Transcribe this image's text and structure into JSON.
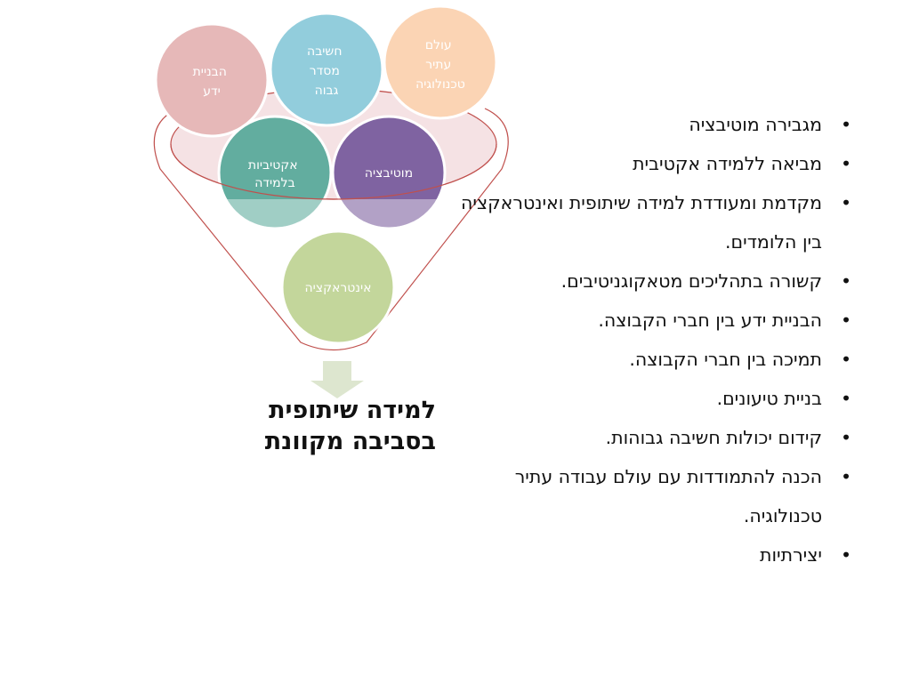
{
  "diagram": {
    "circles": {
      "knowledge_building": {
        "lines": [
          "הבניית",
          "ידע"
        ],
        "color": "#e6b8b8"
      },
      "higher_order_thinking": {
        "lines": [
          "חשיבה",
          "מסדר",
          "גבוה"
        ],
        "color": "#92cddc"
      },
      "future_tech_world": {
        "lines": [
          "עולם",
          "עתיר",
          "טכנולוגיה"
        ],
        "color": "#fbd4b4"
      },
      "active_learning": {
        "lines": [
          "אקטיביות",
          "בלמידה"
        ],
        "color": "#62ad9f"
      },
      "motivation": {
        "lines": [
          "מוטיבציה"
        ],
        "color": "#7f63a1"
      },
      "interaction": {
        "lines": [
          "אינטראקציה"
        ],
        "color": "#c3d69b"
      }
    },
    "funnel_outline_color": "#c0504d",
    "ellipse_fill_color": "#f5e2e4",
    "arrow_color": "#dde6cf"
  },
  "caption": {
    "line1": "למידה שיתופית",
    "line2": "בסביבה מקוונת"
  },
  "bullets": [
    "מגבירה מוטיבציה",
    "מביאה ללמידה אקטיבית",
    "מקדמת ומעודדת למידה שיתופית ואינטראקציה בין הלומדים.",
    "קשורה בתהליכים מטאקוגניטיבים.",
    "הבניית ידע בין חברי הקבוצה.",
    "תמיכה בין חברי הקבוצה.",
    "בניית טיעונים.",
    "קידום יכולות חשיבה גבוהות.",
    "הכנה להתמודדות עם עולם עבודה עתיר טכנולוגיה.",
    "יצירתיות"
  ],
  "bullet_symbol": "•"
}
